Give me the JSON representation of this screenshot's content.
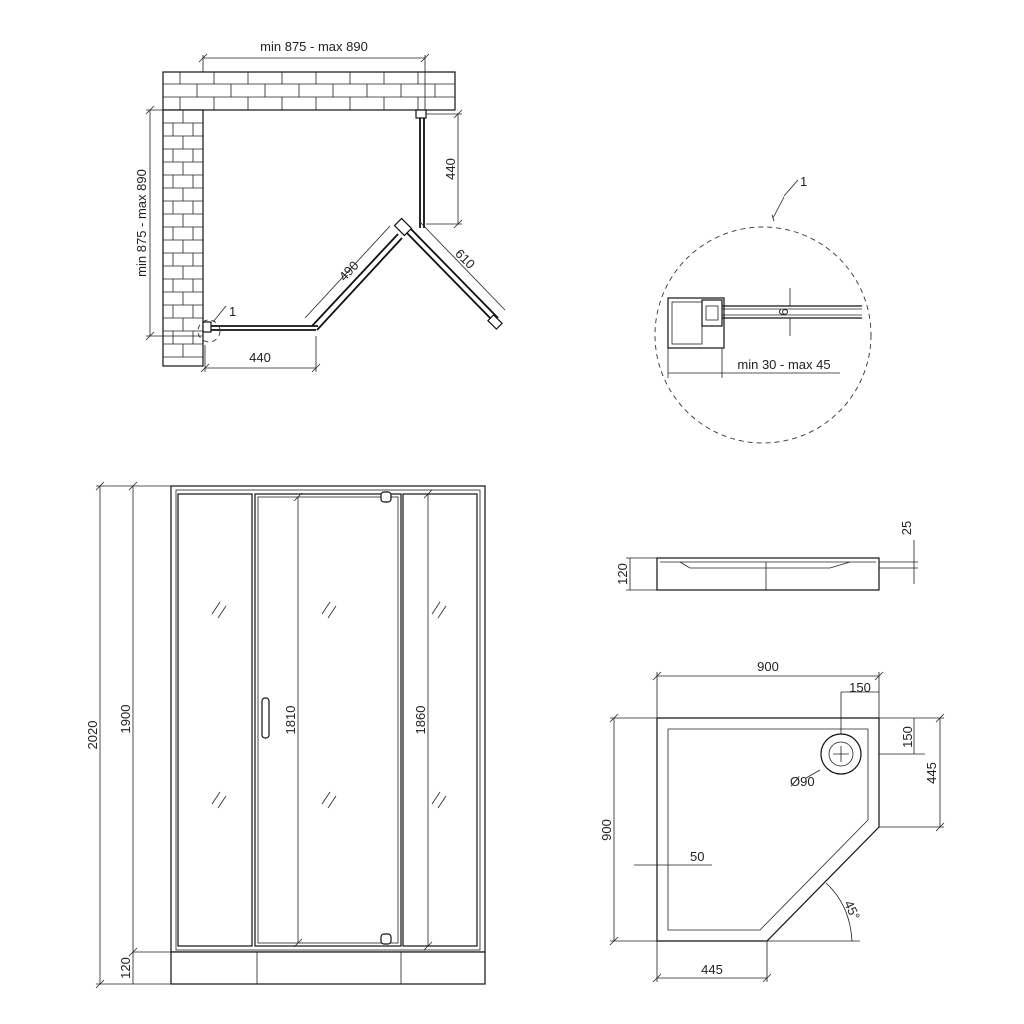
{
  "plan_view": {
    "dim_top": "min 875 - max 890",
    "dim_left": "min 875 - max 890",
    "dim_right": "440",
    "dim_diag_left": "490",
    "dim_diag_right": "610",
    "dim_bottom": "440",
    "callout": "1"
  },
  "detail_view": {
    "callout": "1",
    "dim_gap": "6",
    "dim_range": "min 30 - max 45"
  },
  "front_view": {
    "dim_total": "2020",
    "dim_enclosure": "1900",
    "dim_door": "1810",
    "dim_panel": "1860",
    "dim_tray": "120"
  },
  "tray_side": {
    "dim_height": "120",
    "dim_depth": "25"
  },
  "tray_top": {
    "dim_width": "900",
    "dim_drain_x": "150",
    "dim_drain_y": "150",
    "dim_right": "445",
    "dim_left": "900",
    "dim_drain_diameter": "Ø90",
    "dim_rim": "50",
    "dim_angle": "45°",
    "dim_bottom": "445"
  }
}
